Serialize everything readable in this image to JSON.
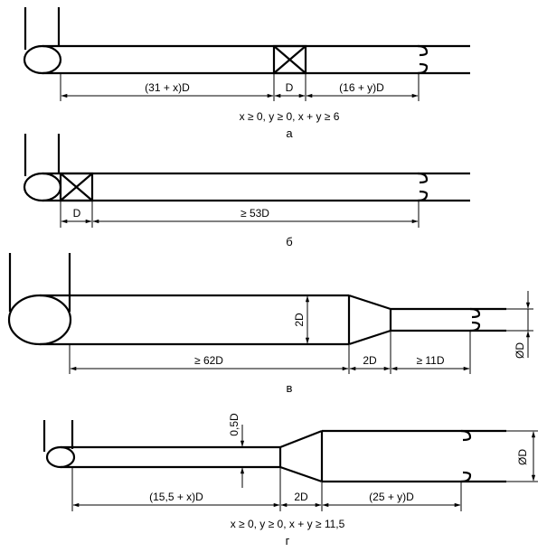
{
  "diagrams": {
    "a": {
      "caption": "а",
      "dims": [
        "(31 + x)D",
        "D",
        "(16 + y)D"
      ],
      "condition": "x ≥ 0, y ≥ 0, x + y ≥ 6"
    },
    "b": {
      "caption": "б",
      "dims": [
        "D",
        "≥ 53D"
      ]
    },
    "v": {
      "caption": "в",
      "dims": [
        "≥ 62D",
        "2D",
        "≥ 11D"
      ],
      "vertical": [
        "2D",
        "ØD"
      ]
    },
    "g": {
      "caption": "г",
      "dims": [
        "(15,5 + x)D",
        "2D",
        "(25 + y)D"
      ],
      "vertical": [
        "0,5D",
        "ØD"
      ],
      "condition": "x ≥ 0, y ≥ 0, x + y ≥ 11,5"
    }
  }
}
